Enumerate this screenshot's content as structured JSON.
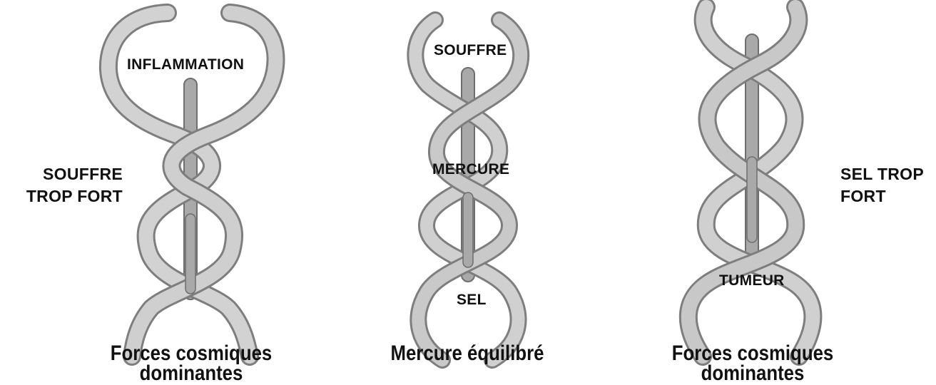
{
  "figures": [
    {
      "label_top": "INFLAMMATION",
      "label_side_line1": "SOUFFRE",
      "label_side_line2": "TROP FORT",
      "caption_line1": "Forces cosmiques",
      "caption_line2": "dominantes"
    },
    {
      "label_top": "SOUFFRE",
      "label_middle": "MERCURE",
      "label_bottom": "SEL",
      "caption_line1": "Mercure équilibré"
    },
    {
      "label_bottom": "TUMEUR",
      "label_side_line1": "SEL TROP",
      "label_side_line2": "FORT",
      "caption_line1": "Forces cosmiques",
      "caption_line2": "dominantes"
    }
  ],
  "colors": {
    "serpent_fill": "#cfcfcf",
    "serpent_outline": "#7e7e7e",
    "staff_fill": "#a9a9a9",
    "text": "#111111"
  }
}
